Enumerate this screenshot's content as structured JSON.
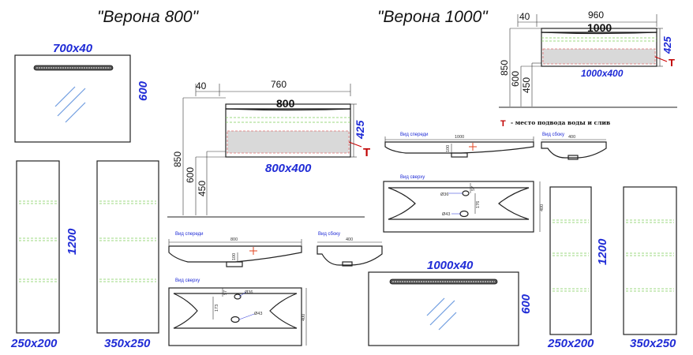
{
  "titles": {
    "verona800": "\"Верона 800\"",
    "verona1000": "\"Верона 1000\""
  },
  "mirror800": {
    "size": "700x40",
    "height": "600"
  },
  "cabinet800": {
    "width_total": "760",
    "offset": "40",
    "top_label": "800",
    "height": "425",
    "size": "800x400",
    "h850": "850",
    "h600": "600",
    "h450": "450",
    "tap": "T"
  },
  "sink800": {
    "front_label": "Вид спереди",
    "side_label": "Вид сбоку",
    "top_label": "Вид сверху",
    "width": "800",
    "depth": "400",
    "h100": "100",
    "d36": "Ø36",
    "d43": "Ø43",
    "d57": "57",
    "d173": "173",
    "depth_top": "400"
  },
  "tall800": {
    "height": "1200",
    "size_a": "250x200",
    "size_b": "350x250"
  },
  "cabinet1000": {
    "offset": "40",
    "width_total": "960",
    "top_label": "1000",
    "height": "425",
    "size": "1000x400",
    "h850": "850",
    "h600": "600",
    "h450": "450",
    "tap": "T"
  },
  "note": {
    "tap_symbol": "T",
    "text": "- место подвода воды и слив"
  },
  "sink1000": {
    "front_label": "Вид спереди",
    "side_label": "Вид сбоку",
    "top_label": "Вид сверху",
    "width": "1000",
    "depth": "400",
    "h100": "100",
    "d36": "Ø36",
    "d43": "Ø43",
    "d57": "57",
    "d176": "176",
    "depth_top": "400"
  },
  "mirror1000": {
    "size": "1000x40",
    "height": "600"
  },
  "tall1000": {
    "height": "1200",
    "size_a": "250x200",
    "size_b": "350x250"
  }
}
